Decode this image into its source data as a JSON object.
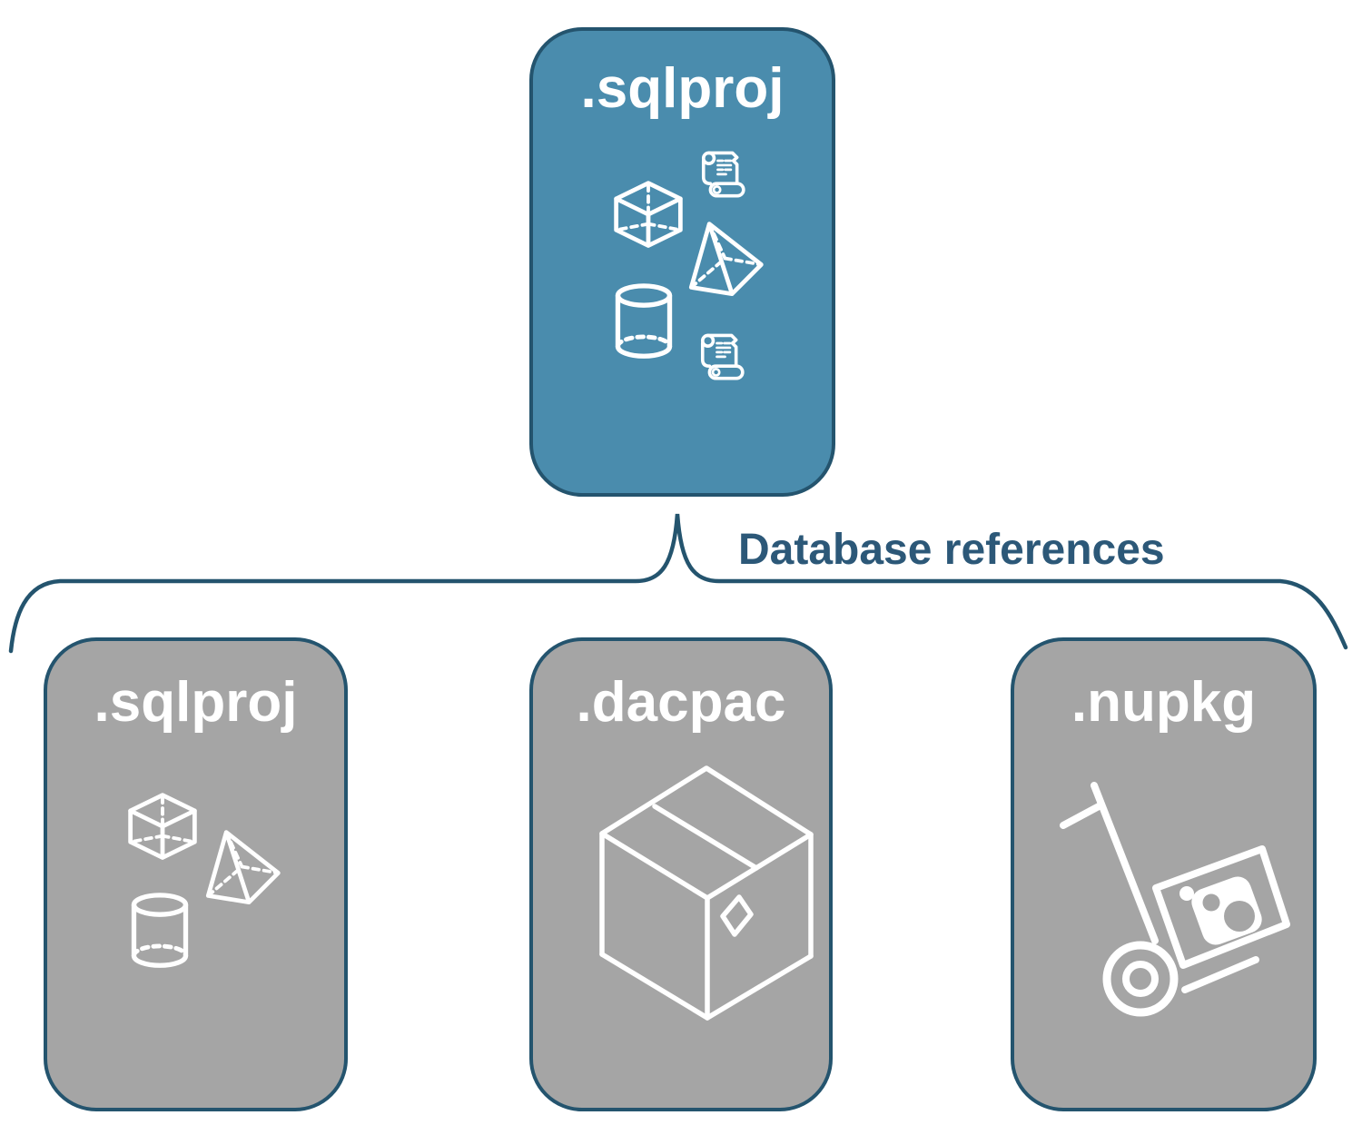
{
  "diagram": {
    "root": {
      "label": ".sqlproj",
      "fill": "#4A8CAD",
      "icons": [
        "scroll-icon",
        "cube-icon",
        "pyramid-icon",
        "cylinder-icon",
        "scroll-icon"
      ]
    },
    "connector": {
      "label": "Database references",
      "color": "#2C5878"
    },
    "children": [
      {
        "label": ".sqlproj",
        "fill": "#A5A5A5",
        "icons": [
          "cube-icon",
          "pyramid-icon",
          "cylinder-icon"
        ]
      },
      {
        "label": ".dacpac",
        "fill": "#A5A5A5",
        "icons": [
          "package-box-icon"
        ]
      },
      {
        "label": ".nupkg",
        "fill": "#A5A5A5",
        "icons": [
          "hand-truck-nuget-icon"
        ]
      }
    ],
    "colors": {
      "border": "#24546E",
      "accent_fill": "#4A8CAD",
      "muted_fill": "#A5A5A5",
      "icon_stroke": "#FFFFFF",
      "title_text": "#FFFFFF"
    }
  }
}
